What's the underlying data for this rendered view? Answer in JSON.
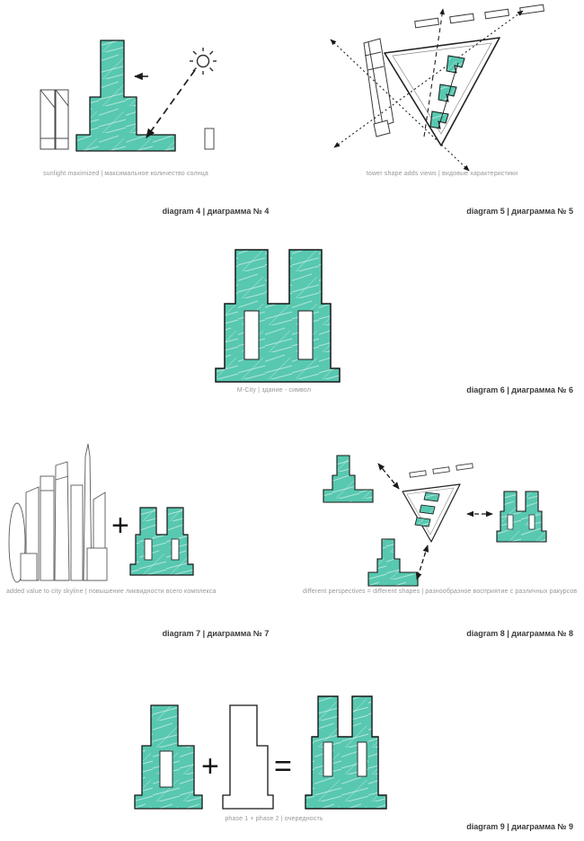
{
  "colors": {
    "teal": "#58c8b0",
    "outline": "#161616",
    "caption_gray": "#979797",
    "label_gray": "#3a3a3a"
  },
  "diagram4": {
    "caption": "sunlight maximized  |  максимальное количество солнца",
    "label": "diagram 4  |  диаграмма № 4"
  },
  "diagram5": {
    "caption": "tower shape adds views  |  видовые характеристики",
    "label": "diagram 5  |  диаграмма № 5"
  },
  "diagram6": {
    "caption": "M-City  |  здание - символ",
    "label": "diagram 6  |  диаграмма № 6"
  },
  "diagram7": {
    "caption": "added value to city skyline  |  повышение ликвидности всего комплекса",
    "label": "diagram 7  |  диаграмма № 7"
  },
  "diagram8": {
    "caption": "different perspectives = different shapes  |  разнообразное восприятие с различных ракурсов",
    "label": "diagram 8  |  диаграмма № 8"
  },
  "diagram9": {
    "caption": "phase 1 + phase 2  |  очередность",
    "label": "diagram 9  |  диаграмма № 9"
  },
  "operators": {
    "plus": "+",
    "equals": "="
  }
}
